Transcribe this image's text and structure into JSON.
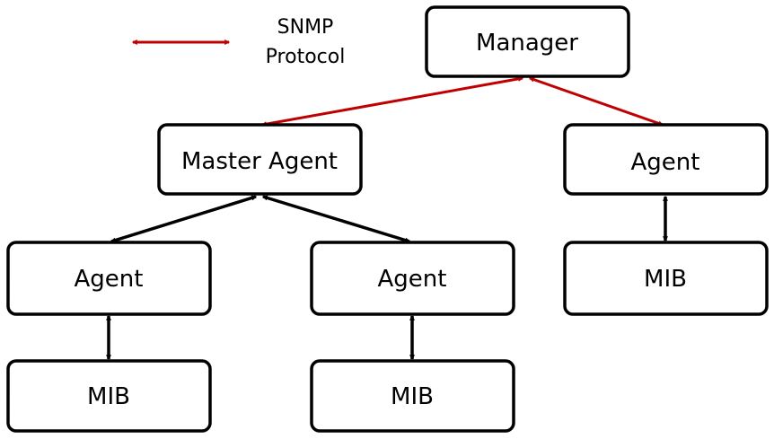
{
  "legend": {
    "line1": "SNMP",
    "line2": "Protocol",
    "color": "#c00000"
  },
  "nodes": {
    "manager": "Manager",
    "master_agent": "Master Agent",
    "agent_right": "Agent",
    "agent_left": "Agent",
    "agent_middle": "Agent",
    "mib_left": "MIB",
    "mib_middle": "MIB",
    "mib_right": "MIB"
  },
  "edges": [
    {
      "from": "manager",
      "to": "master_agent",
      "kind": "snmp",
      "arrows": "both"
    },
    {
      "from": "manager",
      "to": "agent_right",
      "kind": "snmp",
      "arrows": "both"
    },
    {
      "from": "master_agent",
      "to": "agent_left",
      "kind": "internal",
      "arrows": "both"
    },
    {
      "from": "master_agent",
      "to": "agent_middle",
      "kind": "internal",
      "arrows": "both"
    },
    {
      "from": "agent_left",
      "to": "mib_left",
      "kind": "internal",
      "arrows": "both"
    },
    {
      "from": "agent_middle",
      "to": "mib_middle",
      "kind": "internal",
      "arrows": "both"
    },
    {
      "from": "agent_right",
      "to": "mib_right",
      "kind": "internal",
      "arrows": "both"
    }
  ]
}
